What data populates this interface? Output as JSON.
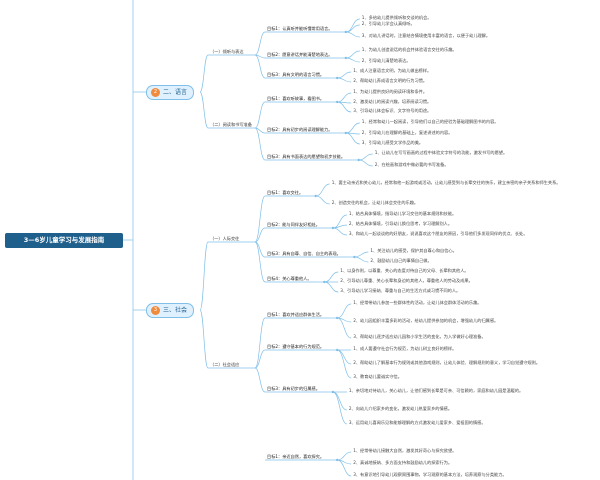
{
  "root": "3—6岁儿童学习与发展指南",
  "sections": [
    {
      "num": "2",
      "title": "二、语言",
      "subs": [
        {
          "title": "（一）倾听与表达",
          "goals": [
            {
              "title": "目标1：认真听并能听懂常用语言。",
              "items": [
                "1、多给幼儿提供倾听和交谈的机会。",
                "2、引导幼儿学会认真倾听。",
                "3、对幼儿讲话时，注意结合情境使用丰富的语言，以便于幼儿理解。"
              ]
            },
            {
              "title": "目标2：愿意讲话并能清楚地表达。",
              "items": [
                "1、为幼儿创造说话的机会并体验语言交往的乐趣。",
                "2、引导幼儿清楚地表达。"
              ]
            },
            {
              "title": "目标3：具有文明的语言习惯。",
              "items": [
                "1、成人注意语言文明，为幼儿做出榜样。",
                "2、帮助幼儿养成语言文明的行为习惯。"
              ]
            }
          ]
        },
        {
          "title": "（二）阅读和书写准备",
          "goals": [
            {
              "title": "目标1：喜欢听故事，看图书。",
              "items": [
                "1、为幼儿提供良好的阅读环境和条件。",
                "2、激发幼儿的阅读兴趣，培养阅读习惯。",
                "3、引导幼儿体会标识、文字符号的用途。"
              ]
            },
            {
              "title": "目标2：具有初步的阅读理解能力。",
              "items": [
                "1、经常和幼儿一起阅读，引导他们以自己的经验为基础理解图书的内容。",
                "2、引导幼儿在理解的基础上，复述讲述的内容。",
                "3、引导幼儿感受文学作品的美。"
              ]
            },
            {
              "title": "目标3：具有书面表达的愿望和初步技能。",
              "items": [
                "1、让幼儿在写写画画的过程中体验文字符号的功能，激发书写的愿望。",
                "2、在绘画和游戏中做必要的书写准备。"
              ]
            }
          ]
        }
      ]
    },
    {
      "num": "3",
      "title": "三、社会",
      "subs": [
        {
          "title": "（一）人际交往",
          "goals": [
            {
              "title": "目标1：喜欢交往。",
              "items": [
                "1、要主动亲近和关心幼儿，经常和他一起游戏或活动，让幼儿感受到与长辈交往的快乐，建立亲密的亲子关系和师生关系。",
                "2、创造交往的机会，让幼儿体会交往的乐趣。"
              ]
            },
            {
              "title": "目标2：能与同伴友好相处。",
              "items": [
                "1、结合具体情境，指导幼儿学习交往的基本规则和技能。",
                "2、结合具体情境，引导幼儿换位思考，学习理解别人。",
                "3、和幼儿一起谈谈他的好朋友，说说喜欢这个朋友的原因，引导他们多发现同伴的优点、长处。"
              ]
            },
            {
              "title": "目标3：具有自尊、自信、自主的表现。",
              "items": [
                "1、关注幼儿的感受，保护其自尊心和自信心。",
                "2、鼓励幼儿自己的事情自己做。"
              ]
            },
            {
              "title": "目标4：关心尊重他人。",
              "items": [
                "1、以身作则，以尊重、关心的态度对待自己的父母、长辈和其他人。",
                "2、引导幼儿尊重、关心长辈和身边的其他人，尊重他人的劳动及成果。",
                "3、引导幼儿学习接纳、尊重与自己的生活方式或习惯不同的人。"
              ]
            }
          ]
        },
        {
          "title": "（二）社会适应",
          "goals": [
            {
              "title": "目标1：喜欢并适应群体生活。",
              "items": [
                "1、经常带幼儿参加一些群体性的活动，让幼儿体会群体活动的乐趣。",
                "2、幼儿园组织丰富多彩的活动，给幼儿提供参加的机会，增强幼儿的归属感。",
                "3、帮助幼儿逐步适应幼儿园和小学生活的变化，为入学做好心理准备。"
              ]
            },
            {
              "title": "目标2：遵守基本的行为规范。",
              "items": [
                "1、成人要遵守社会行为规范，为幼儿树立良好的榜样。",
                "2、帮助幼儿了解基本行为规则或其他游戏规则，让幼儿体验、理解规则的意义，学习自觉遵守规则。",
                "3、教育幼儿要诚实守信。"
              ]
            },
            {
              "title": "目标3：具有初步的归属感。",
              "items": [
                "1、亲切地对待幼儿，关心幼儿，让他们感到长辈是可亲、可信赖的，家庭和幼儿园是温暖的。",
                "2、向幼儿介绍家乡的变化，激发幼儿热爱家乡的情感。",
                "3、运用幼儿喜闻乐见和能够理解的方式激发幼儿爱家乡、爱祖国的情感。"
              ]
            }
          ]
        }
      ]
    },
    {
      "subs": [
        {
          "title": "",
          "goals": [
            {
              "title": "目标1：亲近自然，喜欢探究。",
              "items": [
                "1、经常带幼儿接触大自然，激发其好奇心与探究欲望。",
                "2、真诚地接纳、多方面支持和鼓励幼儿的探索行为。",
                "3、有意识地引导幼儿观察周围事物，学习观察的基本方法，培养观察与分类能力。"
              ]
            }
          ]
        }
      ]
    }
  ]
}
